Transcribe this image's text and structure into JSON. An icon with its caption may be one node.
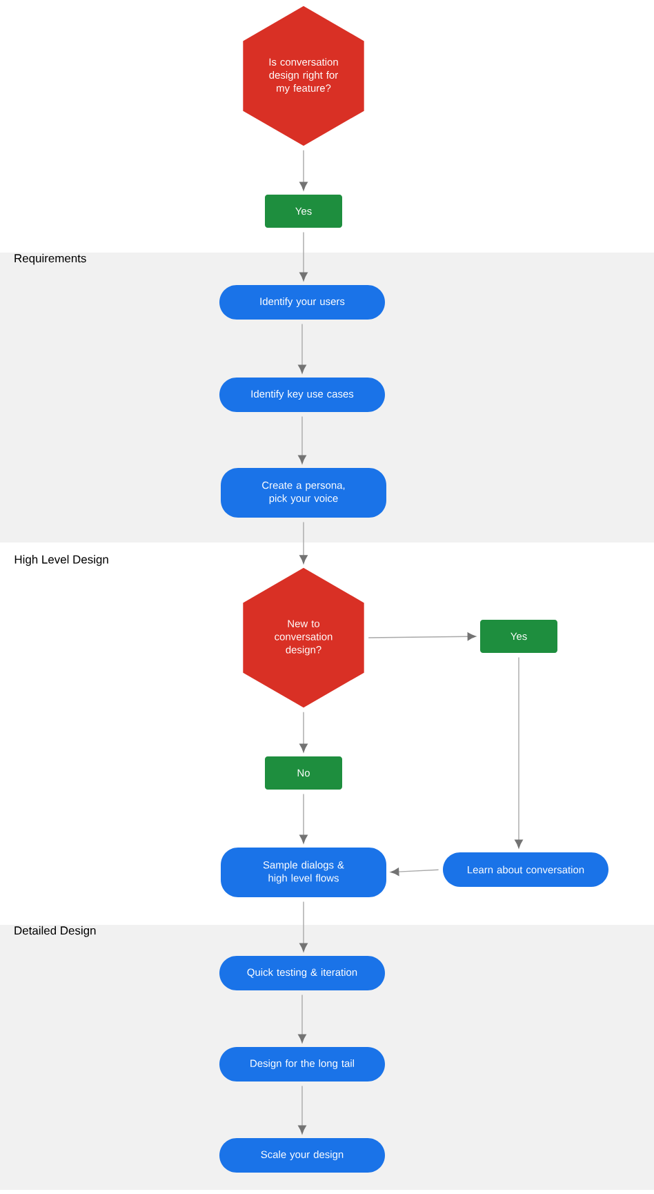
{
  "diagram": {
    "nodes": [
      {
        "text": [
          "Is conversation design right for my feature?"
        ]
      },
      {
        "text": [
          "Yes"
        ]
      },
      {
        "text": [
          "Requirements"
        ]
      },
      {
        "text": [
          "Identify your users"
        ],
        "in": 2
      },
      {
        "text": [
          "Identify key use cases"
        ],
        "in": 2
      },
      {
        "text": [
          "Create a persona, pick your voice"
        ],
        "in": 2
      },
      {
        "text": [
          "New to conversation design?"
        ]
      },
      {
        "text": [
          "Yes"
        ]
      },
      {
        "text": [
          "No"
        ]
      },
      {
        "text": [
          "Sample dialogs & high level flows"
        ]
      },
      {
        "text": [
          "Learn about conversation"
        ]
      },
      {
        "text": [
          "Detailed Design"
        ]
      },
      {
        "text": [
          "Quick testing & iteration"
        ],
        "in": 11
      },
      {
        "text": [
          "Design for the long tail"
        ],
        "in": 11
      },
      {
        "text": [
          "Scale your design"
        ],
        "in": 11
      }
    ],
    "edges": [
      {
        "from": 0,
        "to": 1,
        "arrow": "to"
      },
      {
        "from": 1,
        "to": 3,
        "arrow": "to"
      },
      {
        "from": 3,
        "to": 4,
        "arrow": "to"
      },
      {
        "from": 4,
        "to": 5,
        "arrow": "to"
      },
      {
        "from": 5,
        "to": 6,
        "arrow": "to"
      },
      {
        "from": 6,
        "to": 7,
        "arrow": "to"
      },
      {
        "from": 6,
        "to": 8,
        "arrow": "to"
      },
      {
        "from": 7,
        "to": 10,
        "arrow": "to"
      },
      {
        "from": 8,
        "to": 9,
        "arrow": "to"
      },
      {
        "from": 10,
        "to": 9,
        "arrow": "to"
      },
      {
        "from": 9,
        "to": 12,
        "arrow": "to"
      },
      {
        "from": 12,
        "to": 13,
        "arrow": "to"
      },
      {
        "from": 13,
        "to": 14,
        "arrow": "to"
      }
    ],
    "labels": [
      "High Level Design"
    ]
  }
}
